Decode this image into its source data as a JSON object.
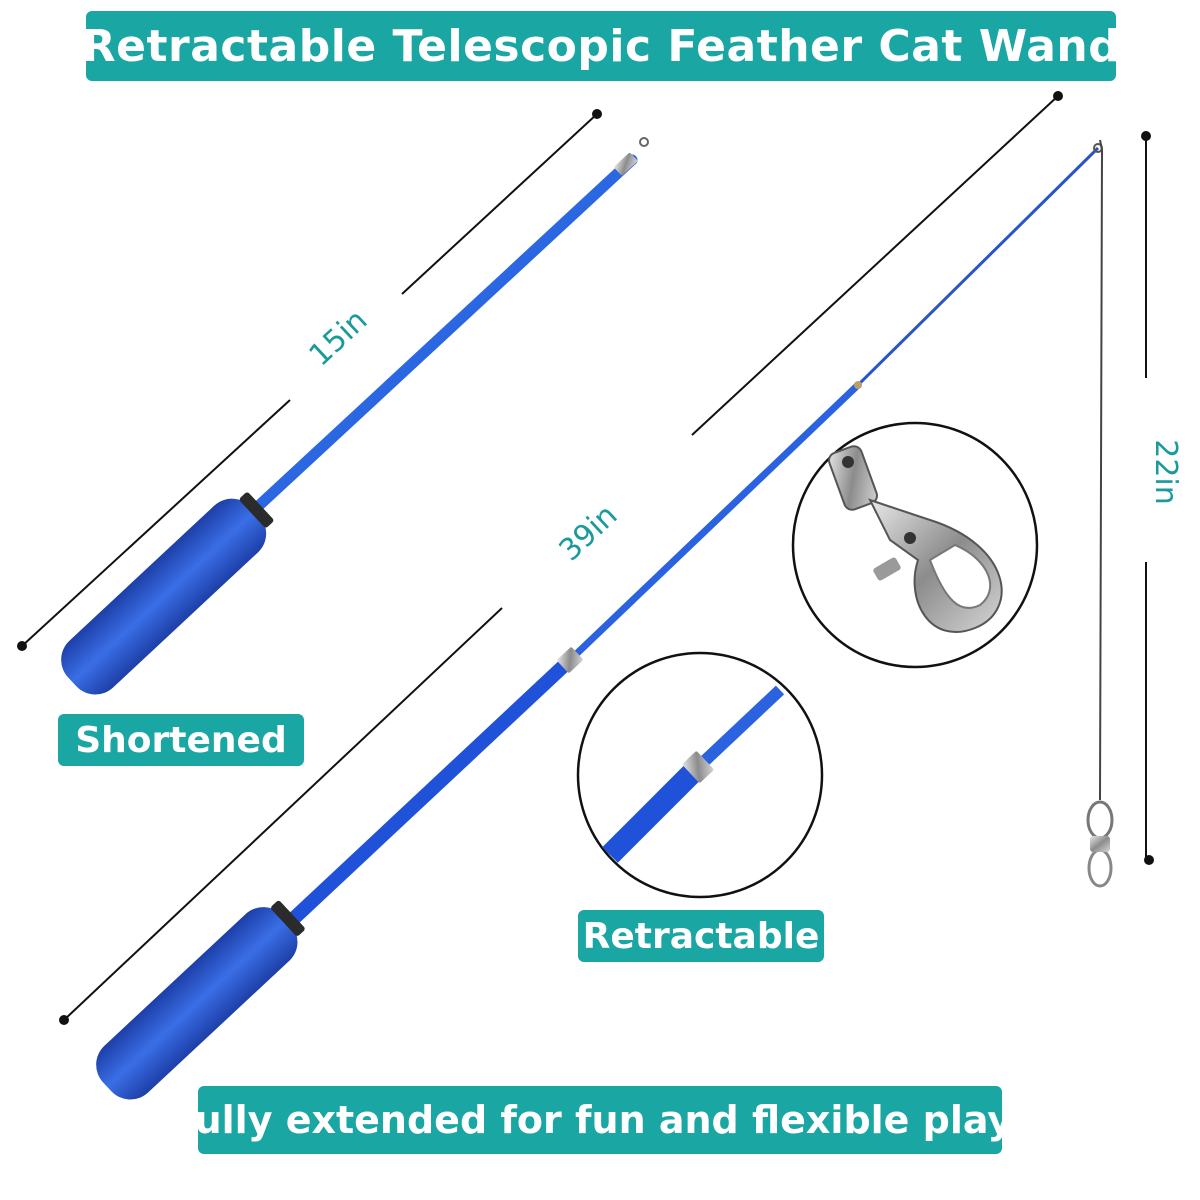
{
  "title": "Retractable Telescopic Feather Cat Wand",
  "labels": {
    "shortened": "Shortened",
    "retractable": "Retractable"
  },
  "dimensions": {
    "short_length": "15in",
    "extended_length": "39in",
    "string_length": "22in"
  },
  "tagline": "Fully extended for fun and flexible play!",
  "colors": {
    "banner": "#1aa6a3",
    "rod": "#1f5fd6",
    "handle": "#2656c6",
    "dimension_text": "#1a9a9a"
  }
}
